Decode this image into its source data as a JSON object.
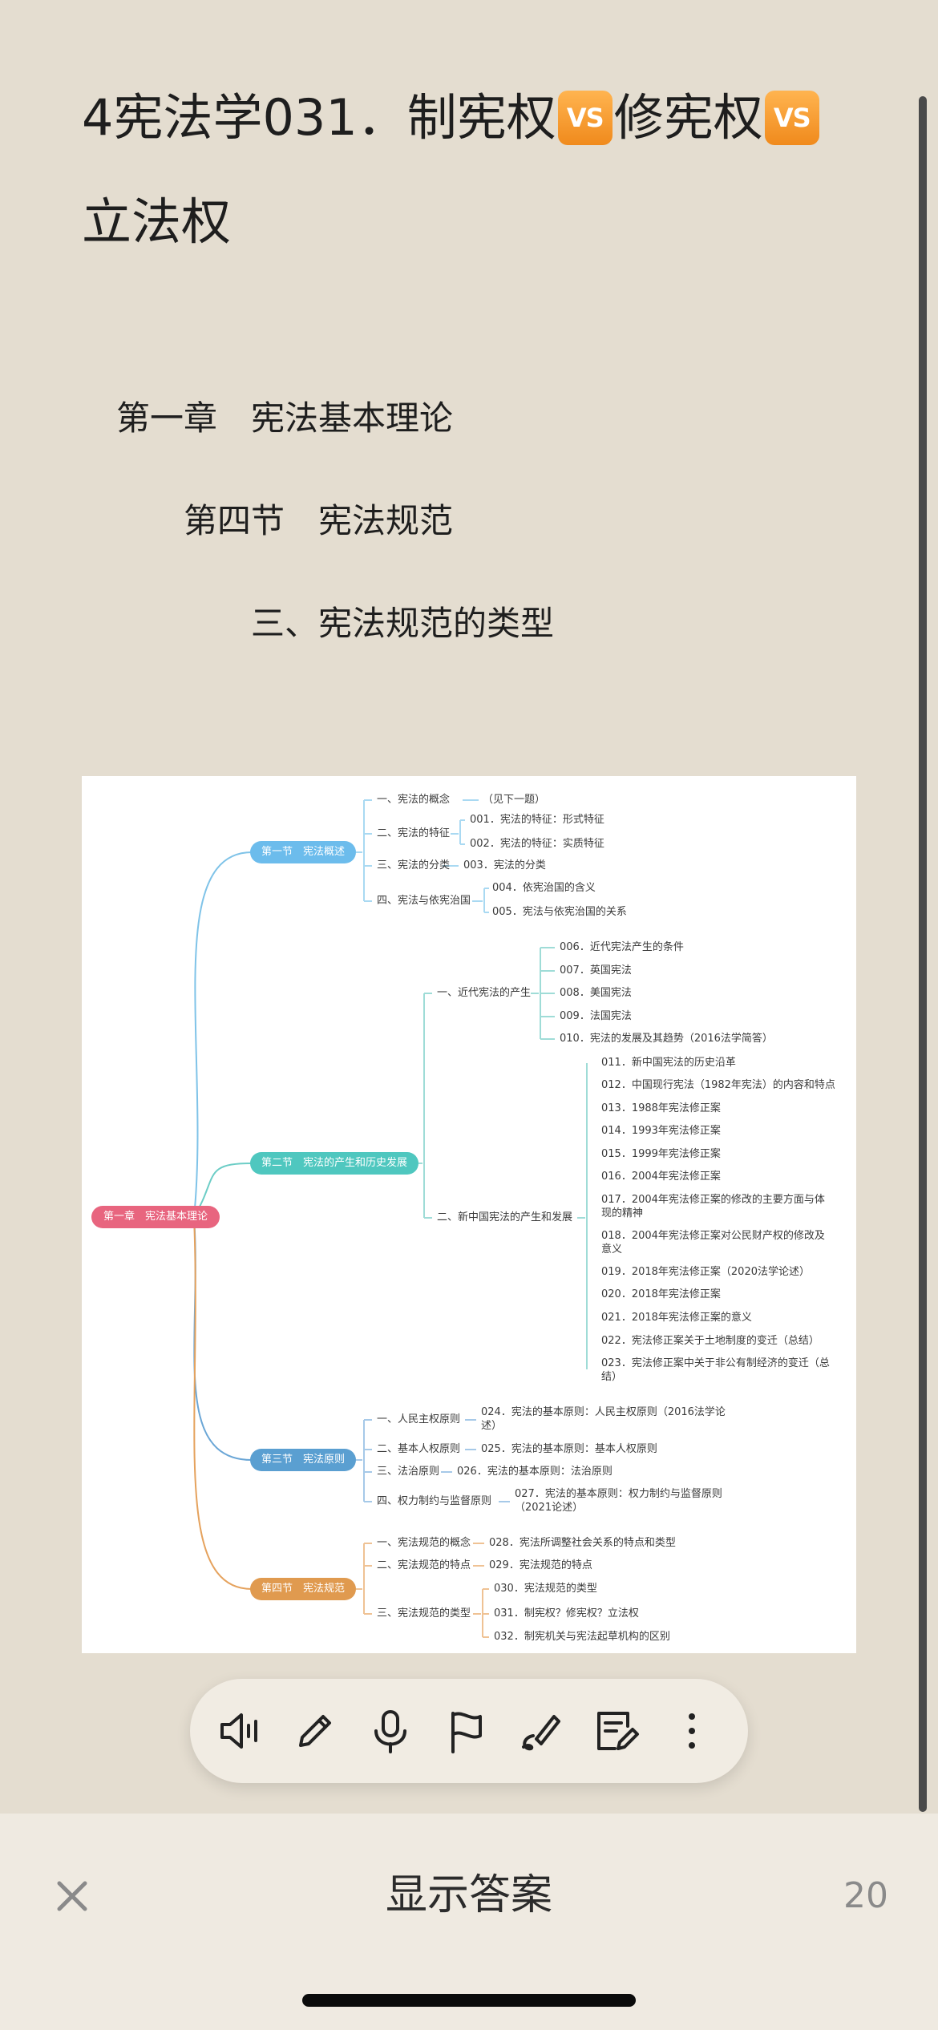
{
  "card": {
    "title_part1": "4宪法学031．制宪权",
    "title_part2": "修宪权",
    "title_part3": "立法权",
    "vs_badge": "VS",
    "heading_chapter": "第一章　宪法基本理论",
    "heading_section": "第四节　宪法规范",
    "heading_item": "三、宪法规范的类型"
  },
  "mindmap": {
    "root": "第一章　宪法基本理论",
    "sections": [
      "第一节　宪法概述",
      "第二节　宪法的产生和历史发展",
      "第三节　宪法原则",
      "第四节　宪法规范"
    ],
    "section_colors": [
      "#6cbcec",
      "#4fc7bf",
      "#5a9fd1",
      "#e09a4f"
    ],
    "root_color": "#e8657f",
    "s1": {
      "topics": [
        "一、宪法的概念",
        "二、宪法的特征",
        "三、宪法的分类",
        "四、宪法与依宪治国"
      ],
      "leaves": [
        "（见下一题）",
        "001．宪法的特征：形式特征",
        "002．宪法的特征：实质特征",
        "003．宪法的分类",
        "004．依宪治国的含义",
        "005．宪法与依宪治国的关系"
      ]
    },
    "s2": {
      "topics": [
        "一、近代宪法的产生",
        "二、新中国宪法的产生和发展"
      ],
      "leaves": [
        "006．近代宪法产生的条件",
        "007．英国宪法",
        "008．美国宪法",
        "009．法国宪法",
        "010．宪法的发展及其趋势（2016法学简答）",
        "011．新中国宪法的历史沿革",
        "012．中国现行宪法（1982年宪法）的内容和特点",
        "013．1988年宪法修正案",
        "014．1993年宪法修正案",
        "015．1999年宪法修正案",
        "016．2004年宪法修正案",
        "017．2004年宪法修正案的修改的主要方面与体现的精神",
        "018．2004年宪法修正案对公民财产权的修改及意义",
        "019．2018年宪法修正案（2020法学论述）",
        "020．2018年宪法修正案",
        "021．2018年宪法修正案的意义",
        "022．宪法修正案关于土地制度的变迁（总结）",
        "023．宪法修正案中关于非公有制经济的变迁（总结）"
      ]
    },
    "s3": {
      "topics": [
        "一、人民主权原则",
        "二、基本人权原则",
        "三、法治原则",
        "四、权力制约与监督原则"
      ],
      "leaves": [
        "024．宪法的基本原则：人民主权原则（2016法学论述）",
        "025．宪法的基本原则：基本人权原则",
        "026．宪法的基本原则：法治原则",
        "027．宪法的基本原则：权力制约与监督原则（2021论述）"
      ]
    },
    "s4": {
      "topics": [
        "一、宪法规范的概念",
        "二、宪法规范的特点",
        "三、宪法规范的类型"
      ],
      "leaves": [
        "028．宪法所调整社会关系的特点和类型",
        "029．宪法规范的特点",
        "030．宪法规范的类型",
        "031．制宪权？修宪权？立法权",
        "032．制宪机关与宪法起草机构的区别"
      ]
    }
  },
  "toolbar": {
    "icons": [
      "speaker-icon",
      "pencil-icon",
      "microphone-icon",
      "flag-icon",
      "pen-scribble-icon",
      "edit-note-icon",
      "more-icon"
    ]
  },
  "bottom": {
    "show_answer": "显示答案",
    "count": "20"
  }
}
